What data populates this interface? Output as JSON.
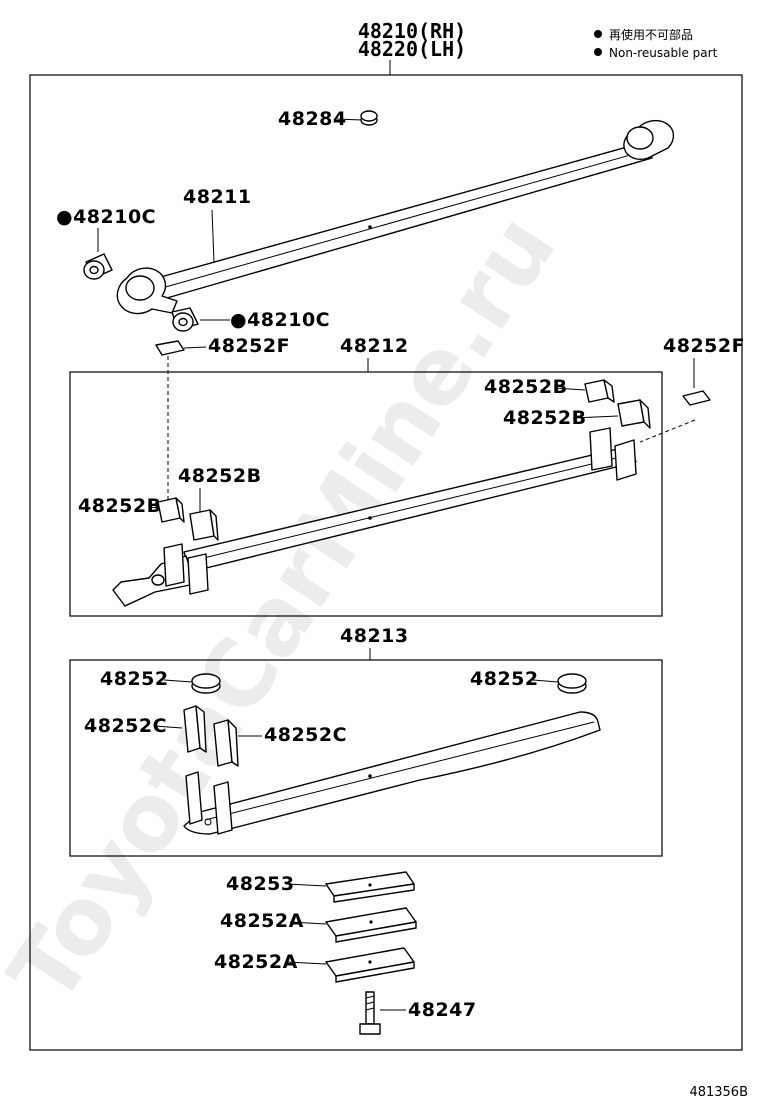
{
  "header": {
    "assembly_rh": "48210(RH)",
    "assembly_lh": "48220(LH)"
  },
  "legend": {
    "line1": "再使用不可部品",
    "line2": "Non-reusable part"
  },
  "callouts": {
    "p48284": "48284",
    "p48211": "48211",
    "p48210c_left": "●48210C",
    "p48210c_right": "●48210C",
    "p48252f_left": "48252F",
    "p48212": "48212",
    "p48252f_right": "48252F",
    "p48252b_top1": "48252B",
    "p48252b_top2": "48252B",
    "p48252b_mid1": "48252B",
    "p48252b_mid2": "48252B",
    "p48213": "48213",
    "p48252_left": "48252",
    "p48252_right": "48252",
    "p48252c_left": "48252C",
    "p48252c_right": "48252C",
    "p48253": "48253",
    "p48252a_1": "48252A",
    "p48252a_2": "48252A",
    "p48247": "48247"
  },
  "watermark": "ToyotaCarMine.ru",
  "figure_id": "481356B"
}
